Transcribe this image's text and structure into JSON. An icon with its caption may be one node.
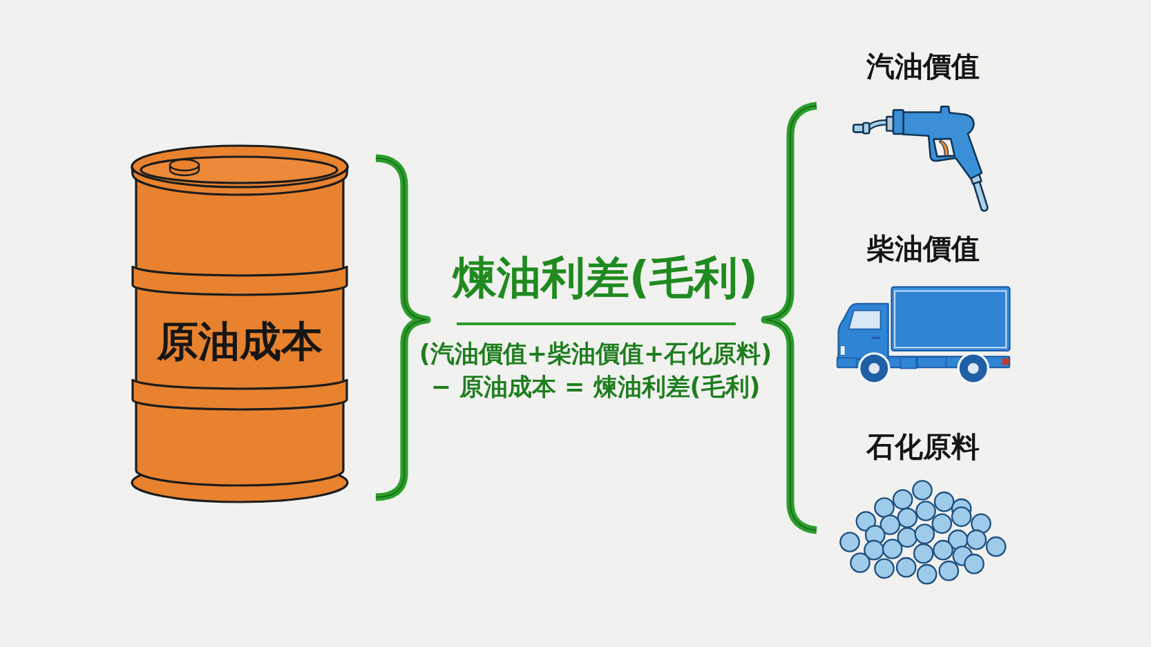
{
  "diagram": {
    "nodes": [
      {
        "text": [
          "原油成本"
        ]
      },
      {
        "text": [
          "汽油價值"
        ]
      },
      {
        "text": [
          "柴油價值"
        ]
      },
      {
        "text": [
          "石化原料"
        ]
      }
    ],
    "labels": [
      "煉油利差(毛利)",
      "(汽油價值+柴油價值+石化原料) − 原油成本 = 煉油利差(毛利)"
    ]
  }
}
